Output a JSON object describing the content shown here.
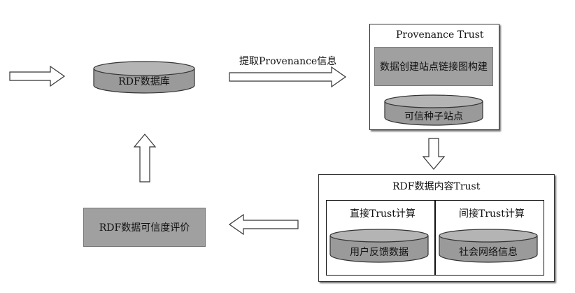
{
  "nodes": {
    "rdf_db": "RDF数据库",
    "provenance_trust": {
      "title": "Provenance Trust",
      "build": "数据创建站点链接图构建",
      "seed": "可信种子站点"
    },
    "content_trust": {
      "title": "RDF数据内容Trust",
      "direct": {
        "title": "直接Trust计算",
        "store": "用户反馈数据"
      },
      "indirect": {
        "title": "间接Trust计算",
        "store": "社会网络信息"
      }
    },
    "evaluation": "RDF数据可信度评价"
  },
  "edges": {
    "extract_label": "提取Provenance信息"
  },
  "colors": {
    "gray_fill": "#a0a0a0",
    "arrow_fill": "#ffffff",
    "stroke": "#333333"
  }
}
